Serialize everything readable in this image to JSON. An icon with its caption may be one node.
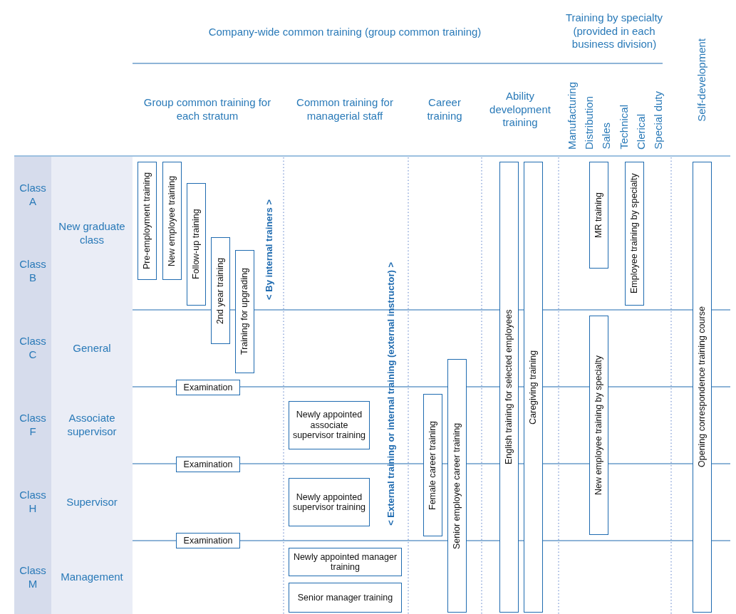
{
  "diagram": {
    "nodes": [
      {
        "text": [
          "Class A"
        ]
      },
      {
        "text": [
          "Class B"
        ]
      },
      {
        "text": [
          "Class C"
        ]
      },
      {
        "text": [
          "Class F"
        ]
      },
      {
        "text": [
          "Class H"
        ]
      },
      {
        "text": [
          "Class M"
        ]
      },
      {
        "text": [
          "New graduate class"
        ]
      },
      {
        "text": [
          "General"
        ]
      },
      {
        "text": [
          "Associate supervisor"
        ]
      },
      {
        "text": [
          "Supervisor"
        ]
      },
      {
        "text": [
          "Management"
        ]
      },
      {
        "text": [
          "Pre-employment training"
        ]
      },
      {
        "text": [
          "New employee training"
        ]
      },
      {
        "text": [
          "Follow-up training"
        ]
      },
      {
        "text": [
          "2nd year training"
        ]
      },
      {
        "text": [
          "Training for upgrading"
        ]
      },
      {
        "text": [
          "Examination"
        ]
      },
      {
        "text": [
          "Examination"
        ]
      },
      {
        "text": [
          "Examination"
        ]
      },
      {
        "text": [
          "Newly appointed associate supervisor training"
        ]
      },
      {
        "text": [
          "Newly appointed supervisor training"
        ]
      },
      {
        "text": [
          "Newly appointed manager training"
        ]
      },
      {
        "text": [
          "Senior manager training"
        ]
      },
      {
        "text": [
          "Female career training"
        ]
      },
      {
        "text": [
          "Senior employee career training"
        ]
      },
      {
        "text": [
          "English training for selected employees"
        ]
      },
      {
        "text": [
          "Caregiving training"
        ]
      },
      {
        "text": [
          "MR training"
        ]
      },
      {
        "text": [
          "Employee training by specialty"
        ]
      },
      {
        "text": [
          "New employee training by specialty"
        ]
      },
      {
        "text": [
          "Opening correspondence training course"
        ]
      }
    ],
    "labels": [
      "Company-wide common training (group common training)",
      "Training by specialty (provided in each business division)",
      "Self-development",
      "Group common training for each stratum",
      "Common training for managerial staff",
      "Career training",
      "Ability development training",
      "Manufacturing",
      "Distribution",
      "Sales",
      "Technical",
      "Clerical",
      "Special duty",
      "< By internal trainers >",
      "< External training or internal training (external instructor) >"
    ]
  }
}
